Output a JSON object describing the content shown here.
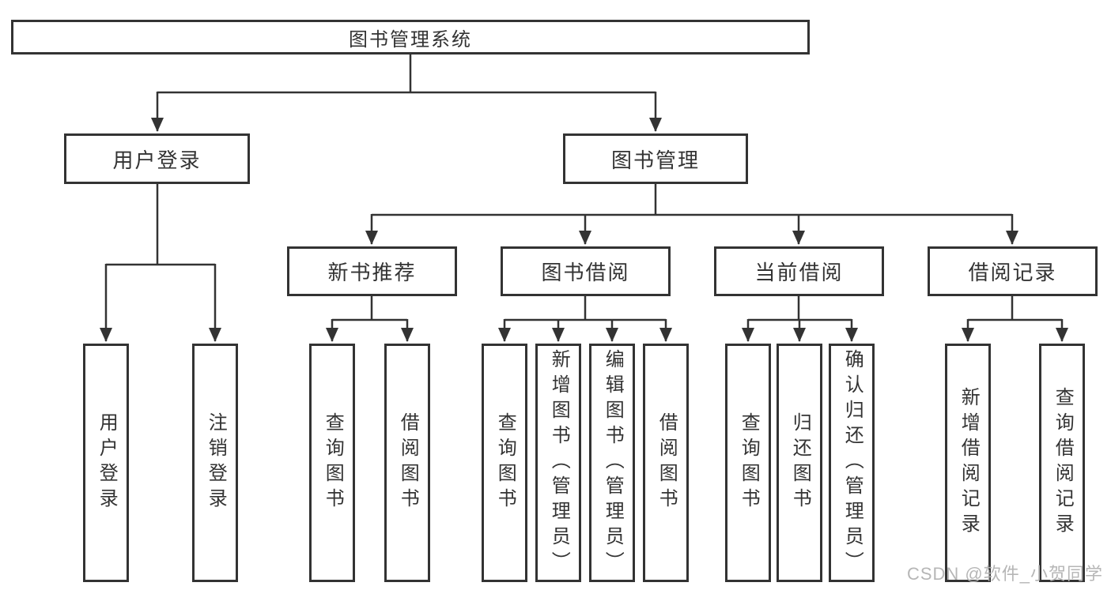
{
  "diagram": {
    "type": "hierarchy-tree",
    "line_color": "#333333",
    "box_background": "#ffffff",
    "root": {
      "label": "图书管理系统"
    },
    "branches": [
      {
        "label": "用户登录",
        "children": [
          {
            "label": "用户登录"
          },
          {
            "label": "注销登录"
          }
        ]
      },
      {
        "label": "图书管理",
        "children": [
          {
            "label": "新书推荐",
            "children": [
              {
                "label": "查询图书"
              },
              {
                "label": "借阅图书"
              }
            ]
          },
          {
            "label": "图书借阅",
            "children": [
              {
                "label": "查询图书"
              },
              {
                "label": "新增图书（管理员）"
              },
              {
                "label": "编辑图书（管理员）"
              },
              {
                "label": "借阅图书"
              }
            ]
          },
          {
            "label": "当前借阅",
            "children": [
              {
                "label": "查询图书"
              },
              {
                "label": "归还图书"
              },
              {
                "label": "确认归还（管理员）"
              }
            ]
          },
          {
            "label": "借阅记录",
            "children": [
              {
                "label": "新增借阅记录"
              },
              {
                "label": "查询借阅记录"
              }
            ]
          }
        ]
      }
    ],
    "watermark": {
      "text": "CSDN @软件_小贺同学",
      "color": "#b2b2b2"
    }
  }
}
